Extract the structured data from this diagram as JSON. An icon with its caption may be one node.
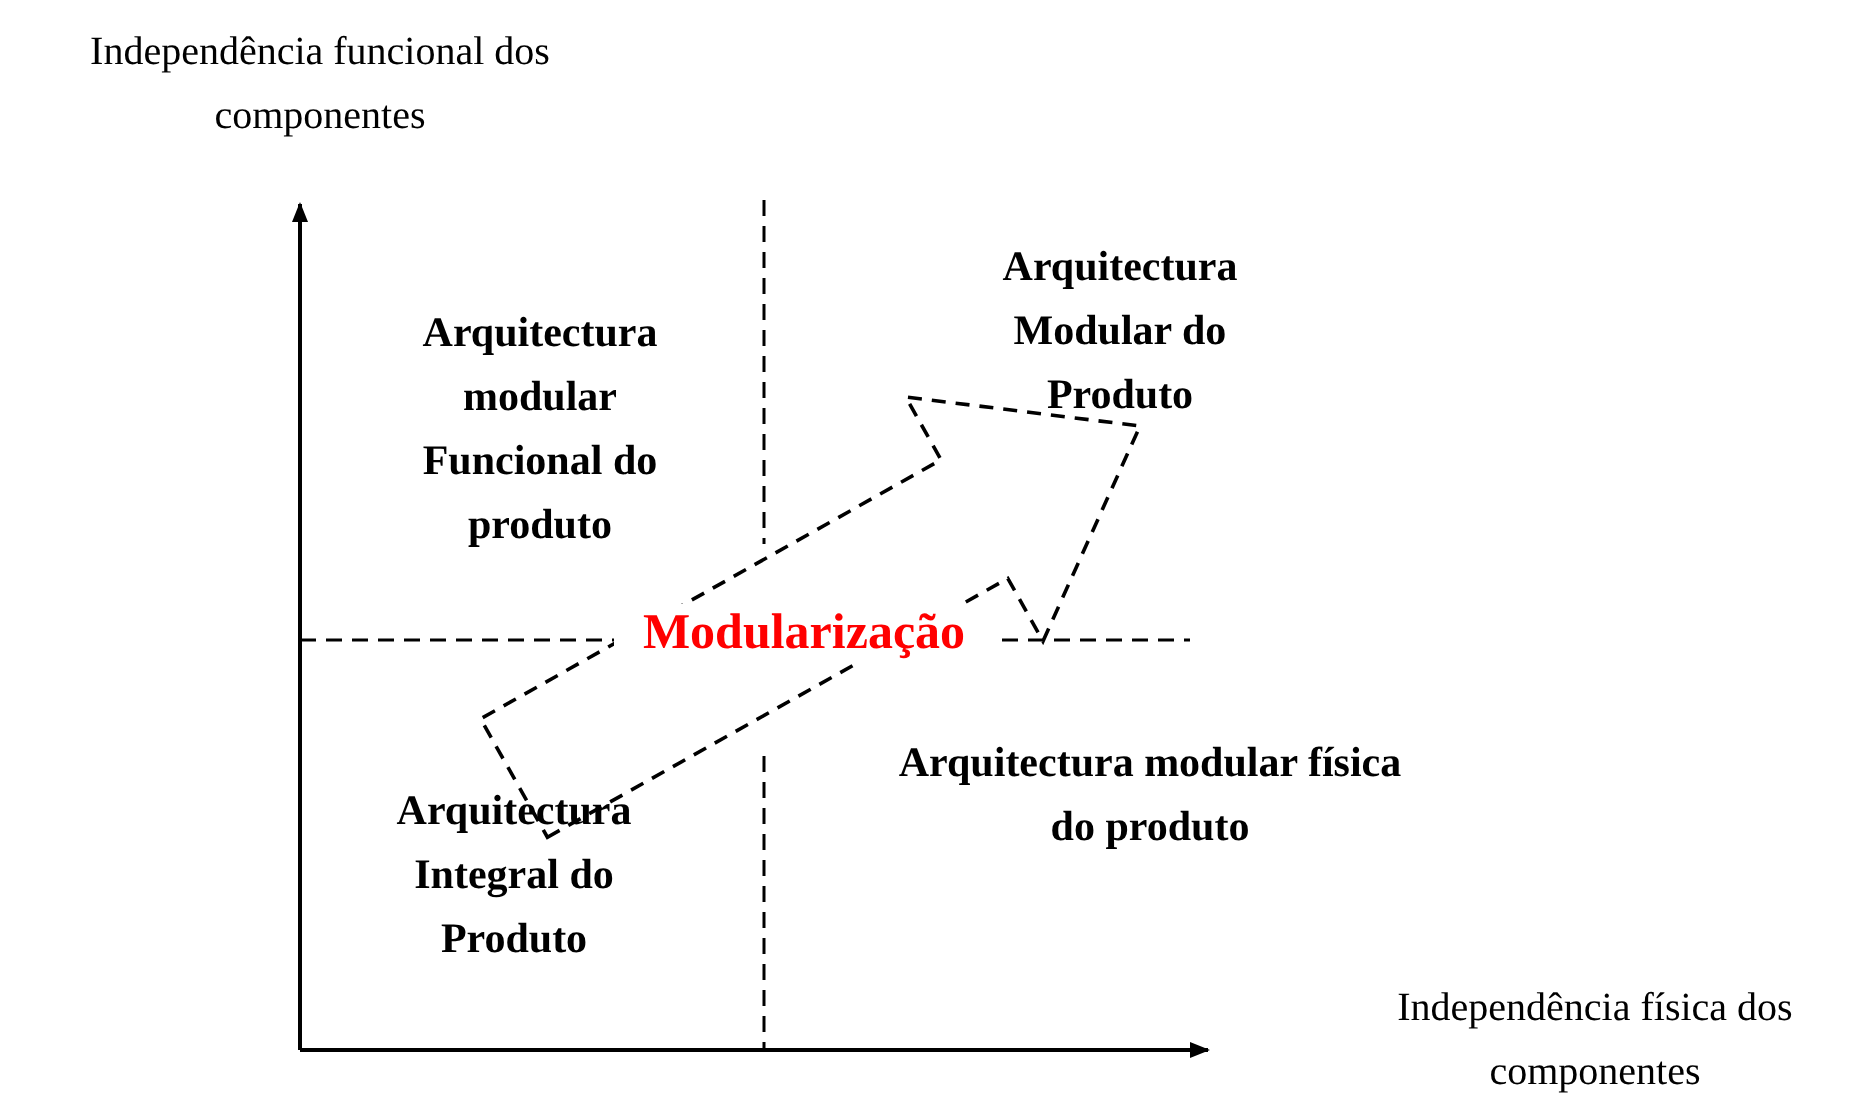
{
  "diagram": {
    "nodes": [
      {
        "text": [
          "Arquitectura Integral do Produto"
        ]
      },
      {
        "text": [
          "Arquitectura Modular do Produto"
        ]
      }
    ],
    "edges": [
      {
        "from": 0,
        "to": 1,
        "arrow": "to",
        "style": "dashed",
        "label": "Modularização"
      }
    ],
    "labels": [
      "Independência funcional dos componentes",
      "Arquitectura modular Funcional do produto",
      "Arquitectura modular física do produto",
      "Independência física dos componentes"
    ]
  }
}
